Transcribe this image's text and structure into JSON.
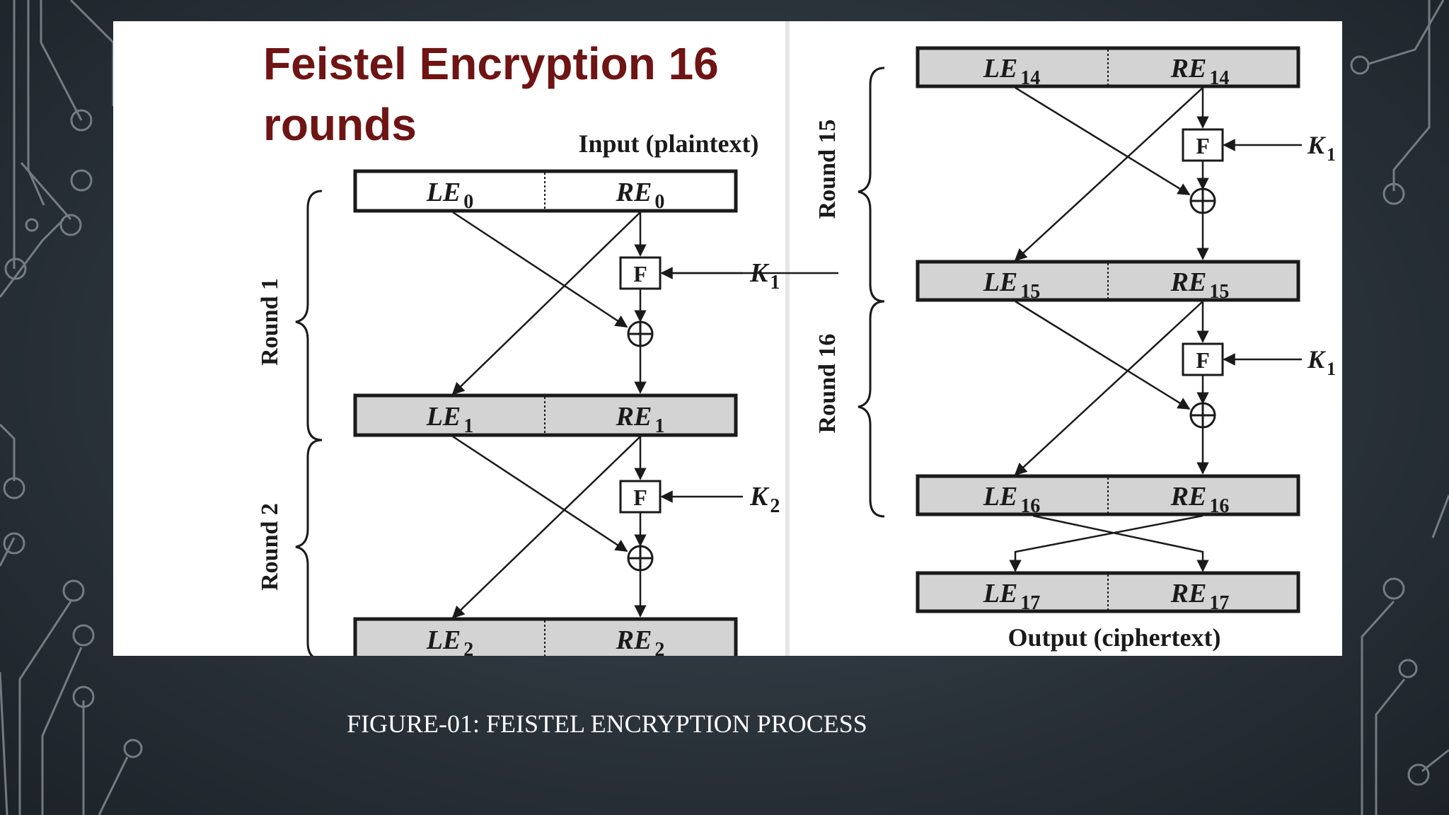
{
  "slide": {
    "heading_line1": "Feistel Encryption 16",
    "heading_line2": "rounds",
    "caption": "FIGURE-01: FEISTEL ENCRYPTION PROCESS"
  },
  "diagram": {
    "input_label": "Input (plaintext)",
    "output_label": "Output (ciphertext)",
    "function_label": "F",
    "left_column": {
      "rounds": [
        "Round 1",
        "Round 2"
      ],
      "blocks": [
        {
          "left": "LE",
          "left_sub": "0",
          "right": "RE",
          "right_sub": "0"
        },
        {
          "left": "LE",
          "left_sub": "1",
          "right": "RE",
          "right_sub": "1"
        },
        {
          "left": "LE",
          "left_sub": "2",
          "right": "RE",
          "right_sub": "2"
        }
      ],
      "keys": [
        {
          "name": "K",
          "sub": "1"
        },
        {
          "name": "K",
          "sub": "2"
        }
      ]
    },
    "right_column": {
      "rounds": [
        "Round 15",
        "Round 16"
      ],
      "blocks": [
        {
          "left": "LE",
          "left_sub": "14",
          "right": "RE",
          "right_sub": "14"
        },
        {
          "left": "LE",
          "left_sub": "15",
          "right": "RE",
          "right_sub": "15"
        },
        {
          "left": "LE",
          "left_sub": "16",
          "right": "RE",
          "right_sub": "16"
        },
        {
          "left": "LE",
          "left_sub": "17",
          "right": "RE",
          "right_sub": "17"
        }
      ],
      "keys": [
        {
          "name": "K",
          "sub": "1"
        },
        {
          "name": "K",
          "sub": "1"
        }
      ]
    }
  },
  "colors": {
    "heading": "#6e1414",
    "block_fill": "#d3d3d3",
    "input_block_fill": "#ffffff",
    "stroke": "#1a1a1a",
    "caption": "#ffffff"
  }
}
